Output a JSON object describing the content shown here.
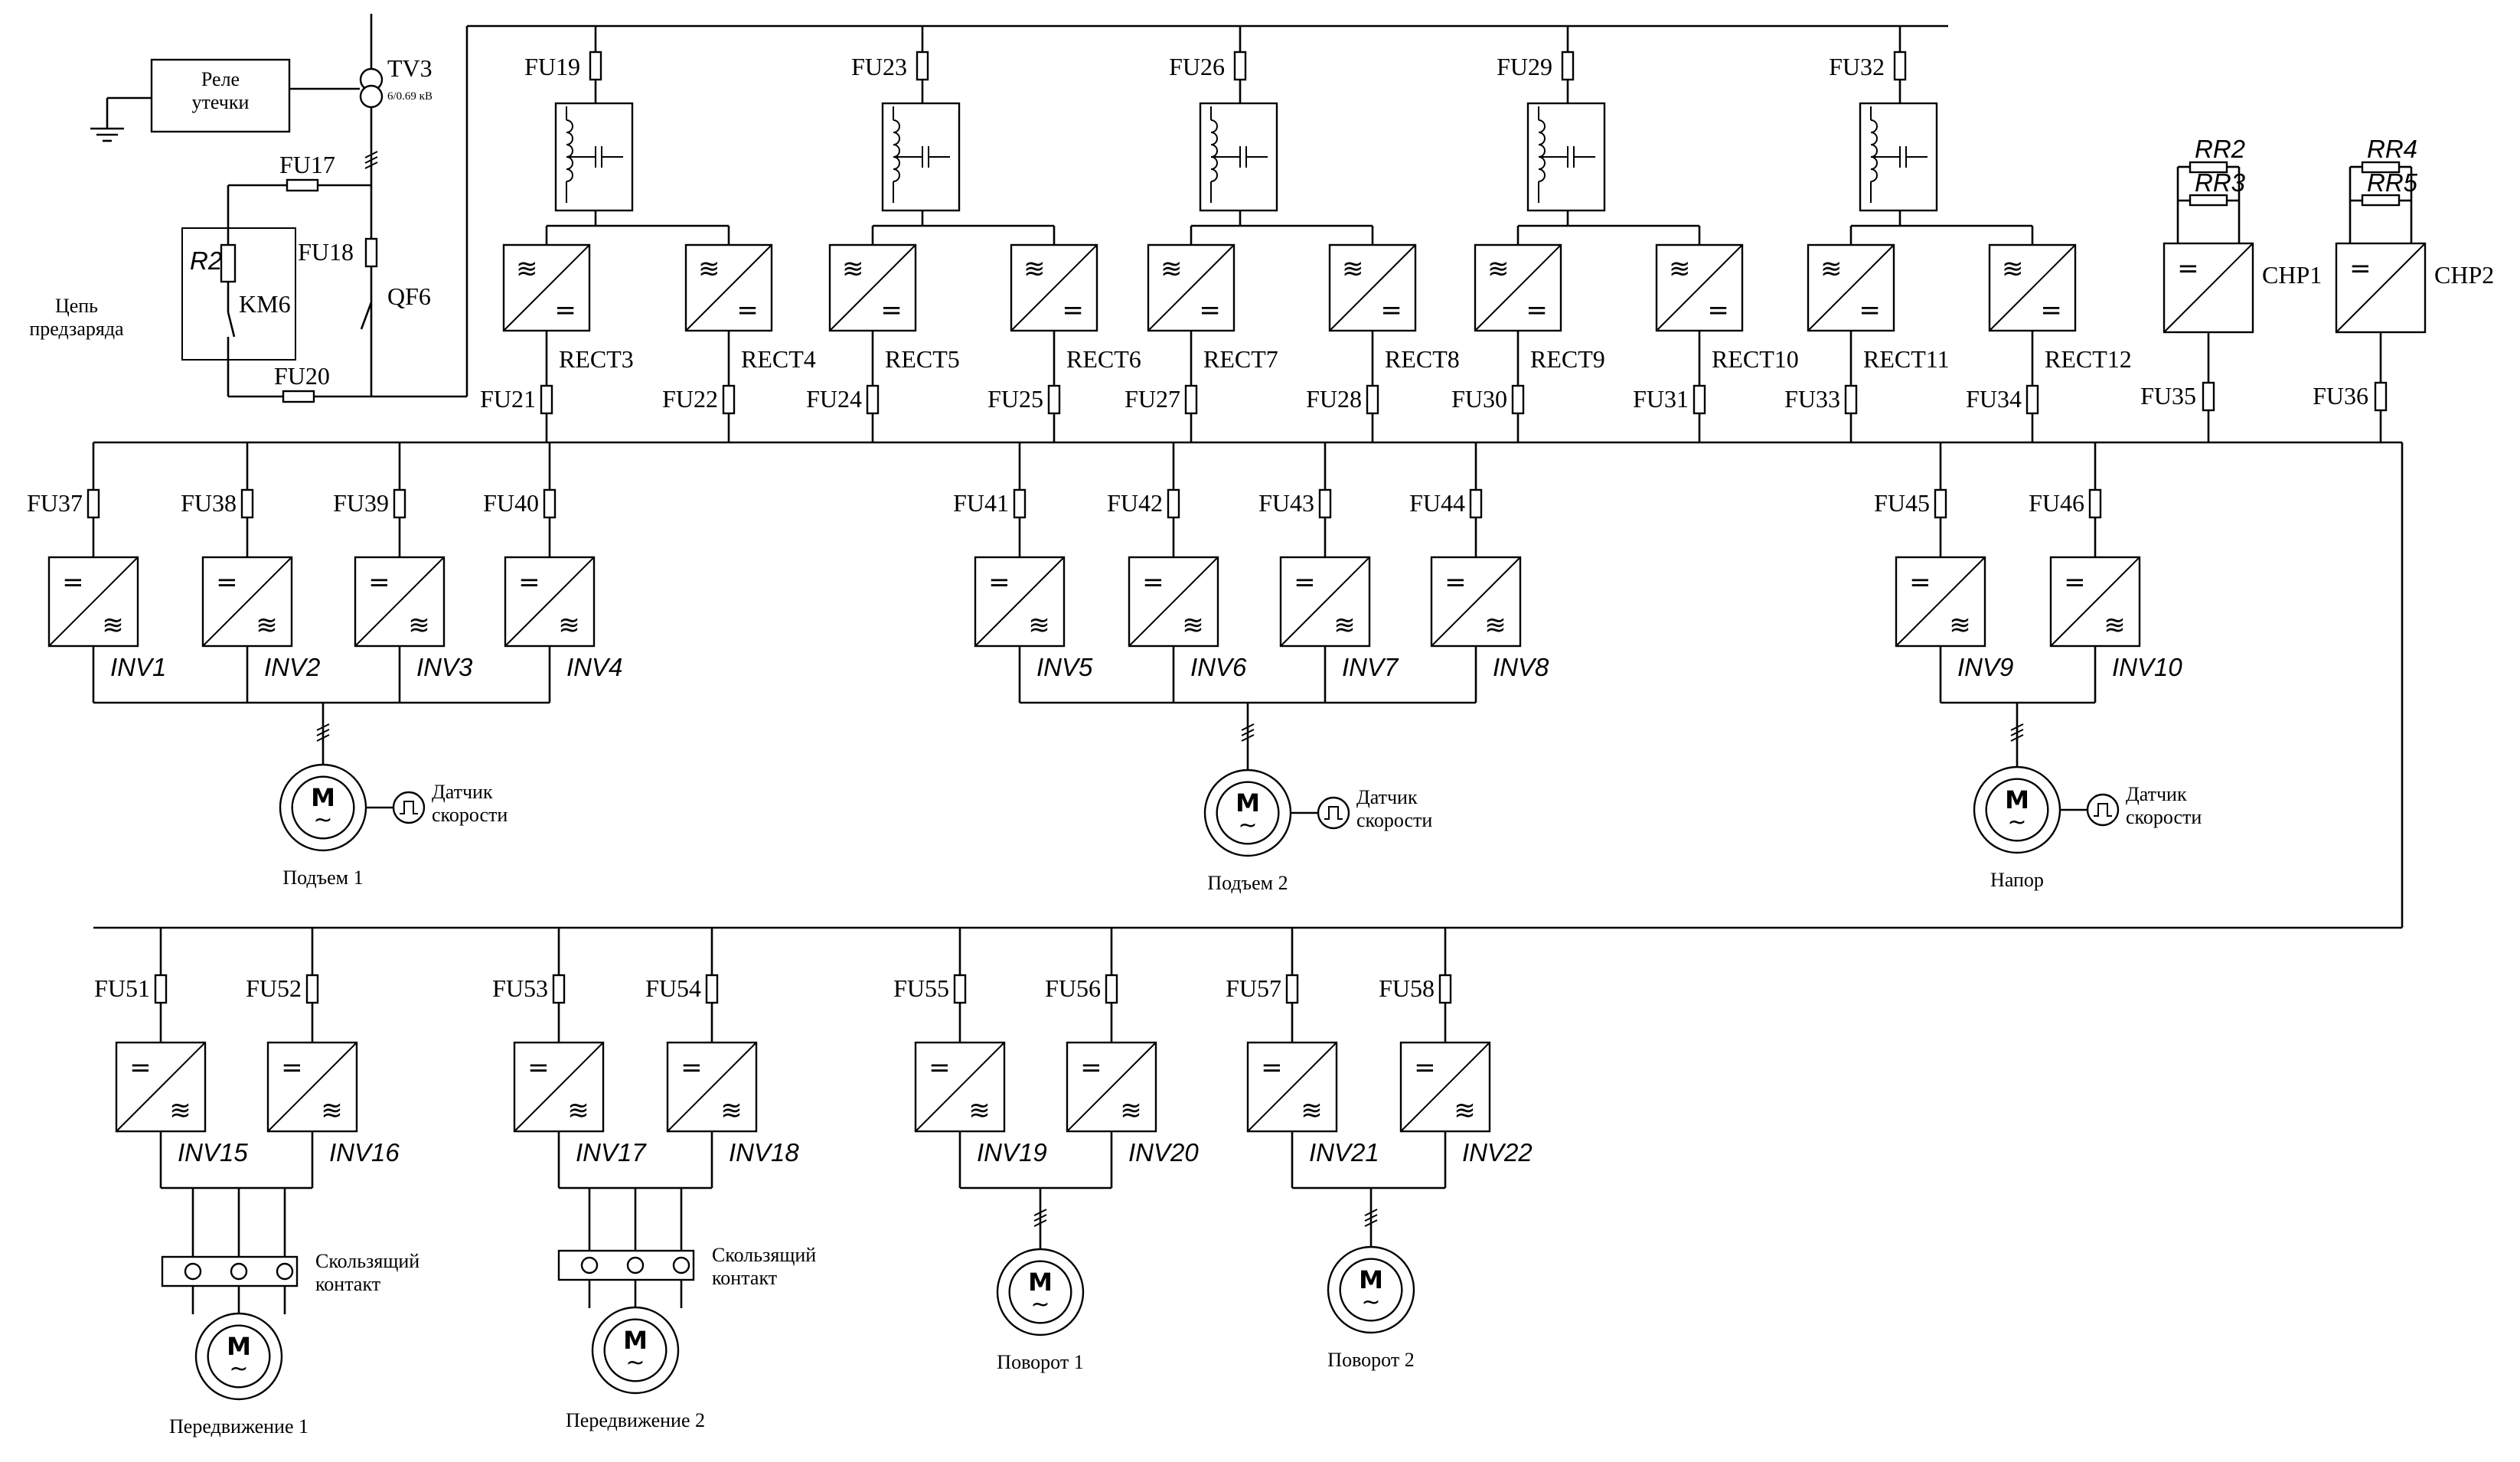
{
  "title": "",
  "supply": {
    "leak_relay": "Реле\nутечки",
    "transformer": "TV3",
    "transformer_rating": "6/0.69 кВ",
    "breaker": "QF6",
    "contactor": "KM6",
    "precharge_resistor": "R2",
    "precharge_circuit": "Цепь\nпредзаряда",
    "fuses": [
      "FU17",
      "FU18",
      "FU20"
    ]
  },
  "filters": [
    {
      "fuse": "FU19",
      "rects": [
        {
          "name": "RECT3",
          "fuse": "FU21"
        },
        {
          "name": "RECT4",
          "fuse": "FU22"
        }
      ]
    },
    {
      "fuse": "FU23",
      "rects": [
        {
          "name": "RECT5",
          "fuse": "FU24"
        },
        {
          "name": "RECT6",
          "fuse": "FU25"
        }
      ]
    },
    {
      "fuse": "FU26",
      "rects": [
        {
          "name": "RECT7",
          "fuse": "FU27"
        },
        {
          "name": "RECT8",
          "fuse": "FU28"
        }
      ]
    },
    {
      "fuse": "FU29",
      "rects": [
        {
          "name": "RECT9",
          "fuse": "FU30"
        },
        {
          "name": "RECT10",
          "fuse": "FU31"
        }
      ]
    },
    {
      "fuse": "FU32",
      "rects": [
        {
          "name": "RECT11",
          "fuse": "FU33"
        },
        {
          "name": "RECT12",
          "fuse": "FU34"
        }
      ]
    }
  ],
  "choppers": [
    {
      "name": "CHP1",
      "fuse": "FU35",
      "resistors": [
        "RR2",
        "RR3"
      ]
    },
    {
      "name": "CHP2",
      "fuse": "FU36",
      "resistors": [
        "RR4",
        "RR5"
      ]
    }
  ],
  "groups": [
    {
      "motor": "Подъем 1",
      "sensor": "Датчик\nскорости",
      "invs": [
        {
          "name": "INV1",
          "fuse": "FU37"
        },
        {
          "name": "INV2",
          "fuse": "FU38"
        },
        {
          "name": "INV3",
          "fuse": "FU39"
        },
        {
          "name": "INV4",
          "fuse": "FU40"
        }
      ]
    },
    {
      "motor": "Подъем 2",
      "sensor": "Датчик\nскорости",
      "invs": [
        {
          "name": "INV5",
          "fuse": "FU41"
        },
        {
          "name": "INV6",
          "fuse": "FU42"
        },
        {
          "name": "INV7",
          "fuse": "FU43"
        },
        {
          "name": "INV8",
          "fuse": "FU44"
        }
      ]
    },
    {
      "motor": "Напор",
      "sensor": "Датчик\nскорости",
      "invs": [
        {
          "name": "INV9",
          "fuse": "FU45"
        },
        {
          "name": "INV10",
          "fuse": "FU46"
        }
      ]
    },
    {
      "motor": "Передвижение 1",
      "contact": "Скользящий\nконтакт",
      "invs": [
        {
          "name": "INV15",
          "fuse": "FU51"
        },
        {
          "name": "INV16",
          "fuse": "FU52"
        }
      ]
    },
    {
      "motor": "Передвижение 2",
      "contact": "Скользящий\nконтакт",
      "invs": [
        {
          "name": "INV17",
          "fuse": "FU53"
        },
        {
          "name": "INV18",
          "fuse": "FU54"
        }
      ]
    },
    {
      "motor": "Поворот 1",
      "invs": [
        {
          "name": "INV19",
          "fuse": "FU55"
        },
        {
          "name": "INV20",
          "fuse": "FU56"
        }
      ]
    },
    {
      "motor": "Поворот 2",
      "invs": [
        {
          "name": "INV21",
          "fuse": "FU57"
        },
        {
          "name": "INV22",
          "fuse": "FU58"
        }
      ]
    }
  ],
  "symbols": {
    "motor_letter": "M",
    "ac_sign": "≋",
    "dc_sign": "=",
    "ac_small": "~",
    "pulse_icon": "pulse-icon"
  }
}
